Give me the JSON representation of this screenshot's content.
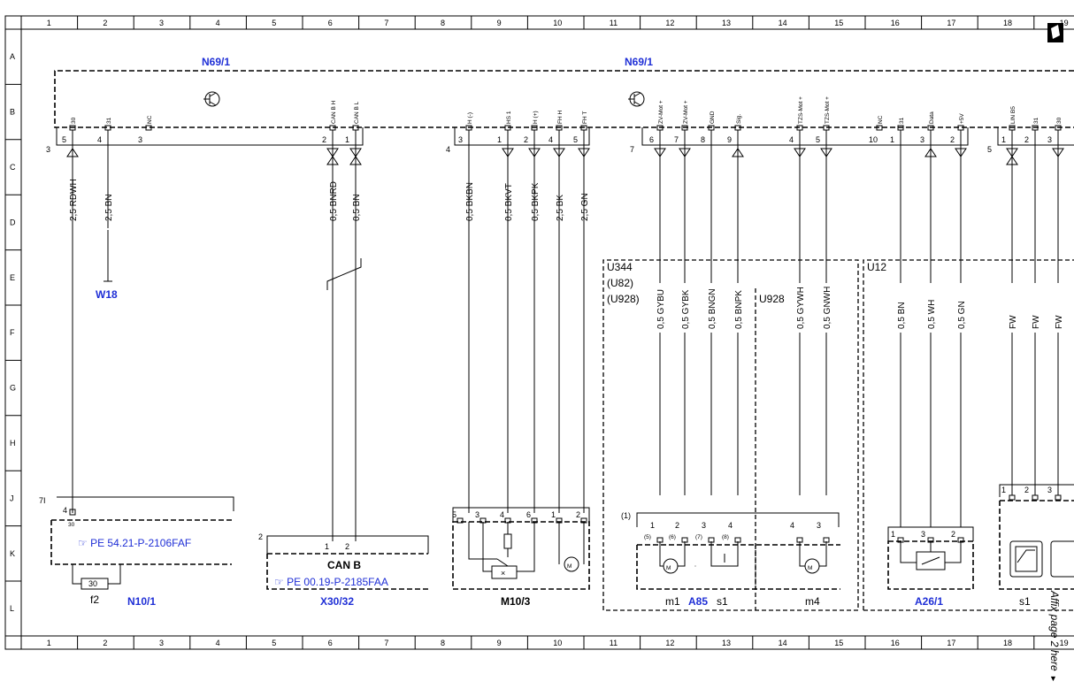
{
  "frame": {
    "columns": [
      "1",
      "2",
      "3",
      "4",
      "5",
      "6",
      "7",
      "8",
      "9",
      "10",
      "11",
      "12",
      "13",
      "14",
      "15",
      "16",
      "17",
      "18",
      "19"
    ],
    "rows": [
      "A",
      "B",
      "C",
      "D",
      "E",
      "F",
      "G",
      "H",
      "J",
      "K",
      "L"
    ]
  },
  "titles": {
    "left": "N69/1",
    "right": "N69/1"
  },
  "connectors": {
    "c3": {
      "num": "3",
      "pins": [
        {
          "pin": "5",
          "sig": "30",
          "wire": "2,5 RDWH",
          "arrow": "up"
        },
        {
          "pin": "4",
          "sig": "31",
          "wire": "2,5 BN",
          "arrow": "none"
        },
        {
          "pin": "3",
          "sig": "NC",
          "wire": "",
          "arrow": "none"
        },
        {
          "pin": "2",
          "sig": "CAN B H",
          "wire": "0,5 BNRD",
          "arrow": "both"
        },
        {
          "pin": "1",
          "sig": "CAN B L",
          "wire": "0,5 BN",
          "arrow": "both"
        }
      ]
    },
    "c4": {
      "num": "4",
      "pins": [
        {
          "pin": "3",
          "sig": "H (-)",
          "wire": "0,5 BKBN",
          "arrow": "none"
        },
        {
          "pin": "1",
          "sig": "HS 1",
          "wire": "0,5 BKVT",
          "arrow": "down"
        },
        {
          "pin": "2",
          "sig": "H (+)",
          "wire": "0,5 BKPK",
          "arrow": "down"
        },
        {
          "pin": "4",
          "sig": "FH H",
          "wire": "2,5 BK",
          "arrow": "down"
        },
        {
          "pin": "5",
          "sig": "FH T",
          "wire": "2,5 GN",
          "arrow": "down"
        }
      ]
    },
    "c7": {
      "num": "7",
      "pins": [
        {
          "pin": "6",
          "sig": "ZV-Mot +",
          "wire": "",
          "arrow": "down"
        },
        {
          "pin": "7",
          "sig": "ZV-Mot +",
          "wire": "",
          "arrow": "down"
        },
        {
          "pin": "8",
          "sig": "GND",
          "wire": "",
          "arrow": "none"
        },
        {
          "pin": "9",
          "sig": "Sig.",
          "wire": "",
          "arrow": "up"
        },
        {
          "pin": "4",
          "sig": "TZS-Mot +",
          "wire": "",
          "arrow": "down"
        },
        {
          "pin": "5",
          "sig": "TZS-Mot +",
          "wire": "",
          "arrow": "down"
        },
        {
          "pin": "10",
          "sig": "NC",
          "wire": "",
          "arrow": "none"
        },
        {
          "pin": "1",
          "sig": "31",
          "wire": "",
          "arrow": "none"
        },
        {
          "pin": "3",
          "sig": "Data",
          "wire": "",
          "arrow": "up"
        },
        {
          "pin": "2",
          "sig": "+5V",
          "wire": "",
          "arrow": "down"
        }
      ]
    },
    "c5": {
      "num": "5",
      "pins": [
        {
          "pin": "1",
          "sig": "LIN B5",
          "wire": "",
          "arrow": "both"
        },
        {
          "pin": "2",
          "sig": "31",
          "wire": "",
          "arrow": "none"
        },
        {
          "pin": "3",
          "sig": "30",
          "wire": "",
          "arrow": "down"
        }
      ]
    }
  },
  "sections": {
    "u344": {
      "label1": "U344",
      "label2": "(U82)",
      "label3": "(U928)",
      "wires": [
        "0,5 GYBU",
        "0,5 GYBK",
        "0,5 BNGN",
        "0,5 BNPK"
      ]
    },
    "u928": {
      "label": "U928",
      "wires": [
        "0,5 GYWH",
        "0,5 GNWH"
      ]
    },
    "u12": {
      "label": "U12",
      "wires": [
        "0,5 BN",
        "0,5 WH",
        "0,5 GN"
      ]
    },
    "fw": {
      "wires": [
        "FW",
        "FW",
        "FW"
      ]
    }
  },
  "components": {
    "w18": "W18",
    "n10": {
      "name": "N10/1",
      "ref": "PE 54.21-P-2106FAF",
      "conn": "7I",
      "pin_top": "4",
      "pin_sub": "30",
      "fuse": "30",
      "fuse_name": "f2"
    },
    "x30": {
      "name": "X30/32",
      "title": "CAN B",
      "ref": "PE 00.19-P-2185FAA",
      "conn": "2",
      "pin1": "1",
      "pin2": "2"
    },
    "m10": {
      "name": "M10/3",
      "pins": [
        "5",
        "3",
        "4",
        "6",
        "1",
        "2"
      ]
    },
    "a85": {
      "name": "A85",
      "conn": "(1)",
      "pins": [
        "1",
        "2",
        "3",
        "4",
        "4",
        "3"
      ],
      "sub_pins": [
        "(5)",
        "(6)",
        "(7)",
        "(8)"
      ],
      "m1": "m1",
      "s1": "s1",
      "m4": "m4"
    },
    "a26": {
      "name": "A26/1",
      "pins": [
        "1",
        "3",
        "2"
      ]
    },
    "right": {
      "pins": [
        "1",
        "2",
        "3"
      ],
      "s1": "s1"
    }
  },
  "side_note": "Affix page 2 here"
}
